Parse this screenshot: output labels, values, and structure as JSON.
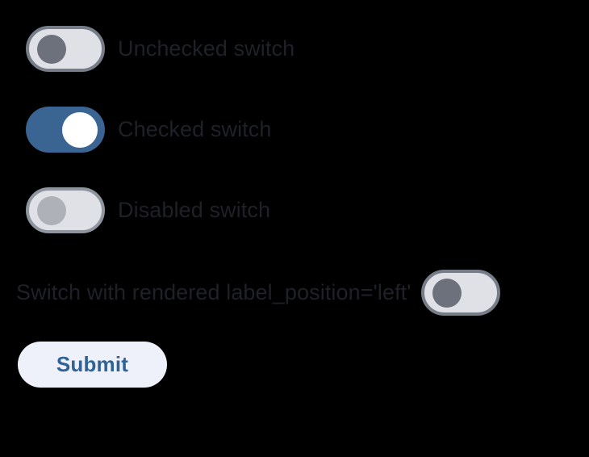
{
  "page": {
    "background_color": "#000000"
  },
  "rows": [
    {
      "id": "unchecked-switch",
      "label": "Unchecked switch",
      "state": "off",
      "checked": false,
      "disabled": false,
      "label_position": "right",
      "track_color": "#dfe1e6",
      "border_color": "#767d88",
      "thumb_color": "#6d717b"
    },
    {
      "id": "checked-switch",
      "label": "Checked switch",
      "state": "on",
      "checked": true,
      "disabled": false,
      "label_position": "right",
      "track_color": "#3a6491",
      "border_color": "#3a6491",
      "thumb_color": "#ffffff"
    },
    {
      "id": "disabled-switch",
      "label": "Disabled switch",
      "state": "off",
      "checked": false,
      "disabled": true,
      "label_position": "right",
      "track_color": "#dfe1e6",
      "border_color": "#8f959e",
      "thumb_color": "#aeb1b8"
    },
    {
      "id": "label-left-switch",
      "label": "Switch with rendered label_position='left'",
      "state": "off",
      "checked": false,
      "disabled": false,
      "label_position": "left",
      "track_color": "#dfe1e6",
      "border_color": "#767d88",
      "thumb_color": "#6d717b"
    }
  ],
  "submit": {
    "label": "Submit",
    "background_color": "#eef1f9",
    "text_color": "#2f6398"
  },
  "text_color": "#1e2127"
}
